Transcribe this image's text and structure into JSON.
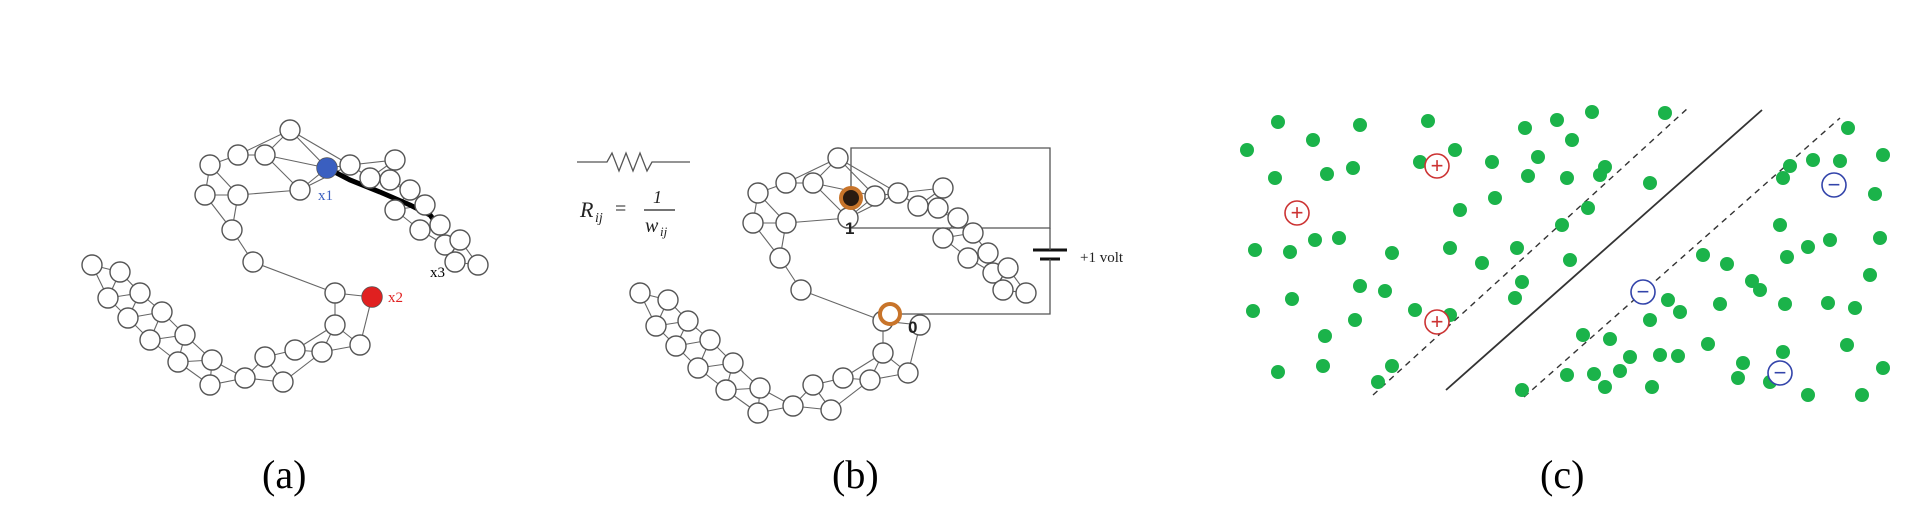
{
  "panel_a": {
    "caption": "(a)",
    "labels": {
      "x1": "x1",
      "x2": "x2",
      "x3": "x3"
    },
    "colors": {
      "x1": "#3a5fc0",
      "x2": "#e02020"
    }
  },
  "panel_b": {
    "caption": "(b)",
    "resistance": {
      "lhs": "R",
      "lhs_sub": "ij",
      "eq": "=",
      "num": "1",
      "den": "w",
      "den_sub": "ij"
    },
    "source_label": "1",
    "sink_label": "0",
    "battery_label": "+1 volt",
    "colors": {
      "terminal": "#c8742a"
    }
  },
  "panel_c": {
    "caption": "(c)",
    "plus_symbol": "+",
    "minus_symbol": "−",
    "colors": {
      "unlabeled": "#1bb34a",
      "positive": "#cc3333",
      "negative": "#3344aa"
    }
  }
}
